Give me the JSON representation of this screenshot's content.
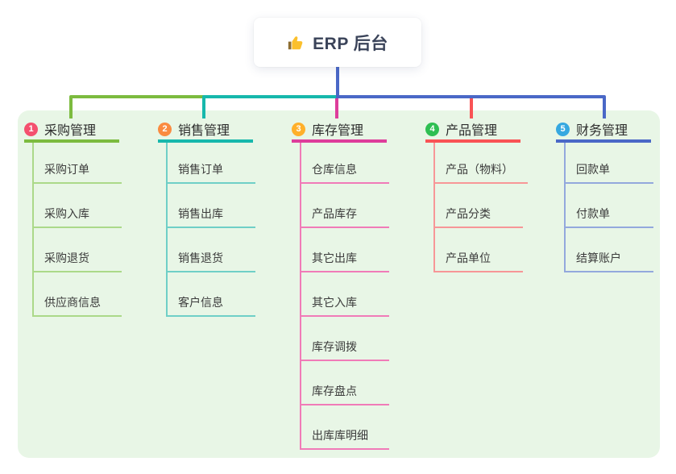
{
  "root": {
    "title": "ERP 后台",
    "icon": "thumbs-up-icon",
    "drop_line_color": "#4a68c7"
  },
  "panel": {
    "background": "#e8f6e6"
  },
  "branches": [
    {
      "number": "1",
      "title": "采购管理",
      "badge_color": "#f4506e",
      "line_color": "#7cbb3f",
      "child_line_color": "#abd989",
      "children": [
        "采购订单",
        "采购入库",
        "采购退货",
        "供应商信息"
      ]
    },
    {
      "number": "2",
      "title": "销售管理",
      "badge_color": "#fa8b40",
      "line_color": "#17b8ac",
      "child_line_color": "#6fcfc7",
      "children": [
        "销售订单",
        "销售出库",
        "销售退货",
        "客户信息"
      ]
    },
    {
      "number": "3",
      "title": "库存管理",
      "badge_color": "#ffb02a",
      "line_color": "#de3d9b",
      "child_line_color": "#f07bb8",
      "children": [
        "仓库信息",
        "产品库存",
        "其它出库",
        "其它入库",
        "库存调拨",
        "库存盘点",
        "出库库明细"
      ]
    },
    {
      "number": "4",
      "title": "产品管理",
      "badge_color": "#2ebf52",
      "line_color": "#f95355",
      "child_line_color": "#f79697",
      "children": [
        "产品（物料）",
        "产品分类",
        "产品单位"
      ]
    },
    {
      "number": "5",
      "title": "财务管理",
      "badge_color": "#36a8e0",
      "line_color": "#4a68c7",
      "child_line_color": "#93a8dd",
      "children": [
        "回款单",
        "付款单",
        "结算账户"
      ]
    }
  ]
}
